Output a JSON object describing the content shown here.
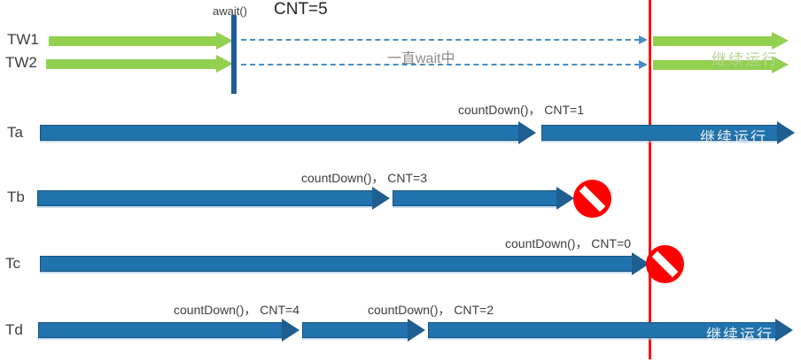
{
  "colors": {
    "green_arrow": "#92D050",
    "blue_arrow": "#2173AD",
    "blue_arrow_border": "#1A5380",
    "await_bar": "#1F5C99",
    "dashed_line": "#4A8DC0",
    "red_line": "#FF1212",
    "prohibit_red": "#FE0000",
    "dark_text": "#3d3d3d",
    "gray_text": "#8c8c8c",
    "light_green_text": "#b7d395"
  },
  "top": {
    "await_label": "await()",
    "cnt_label": "CNT=5",
    "wait_label": "一直wait中",
    "continue_label": "继续运行",
    "threads": [
      {
        "name": "TW1"
      },
      {
        "name": "TW2"
      }
    ]
  },
  "rows": [
    {
      "name": "Ta",
      "events": [
        {
          "label": "countDown()， CNT=1"
        }
      ],
      "continue_label": "继续运行",
      "blocked": false
    },
    {
      "name": "Tb",
      "events": [
        {
          "label": "countDown()， CNT=3"
        }
      ],
      "continue_label": "",
      "blocked": true
    },
    {
      "name": "Tc",
      "events": [
        {
          "label": "countDown()， CNT=0"
        }
      ],
      "continue_label": "",
      "blocked": true
    },
    {
      "name": "Td",
      "events": [
        {
          "label": "countDown()， CNT=4"
        },
        {
          "label": "countDown()， CNT=2"
        }
      ],
      "continue_label": "继续运行",
      "blocked": false
    }
  ]
}
